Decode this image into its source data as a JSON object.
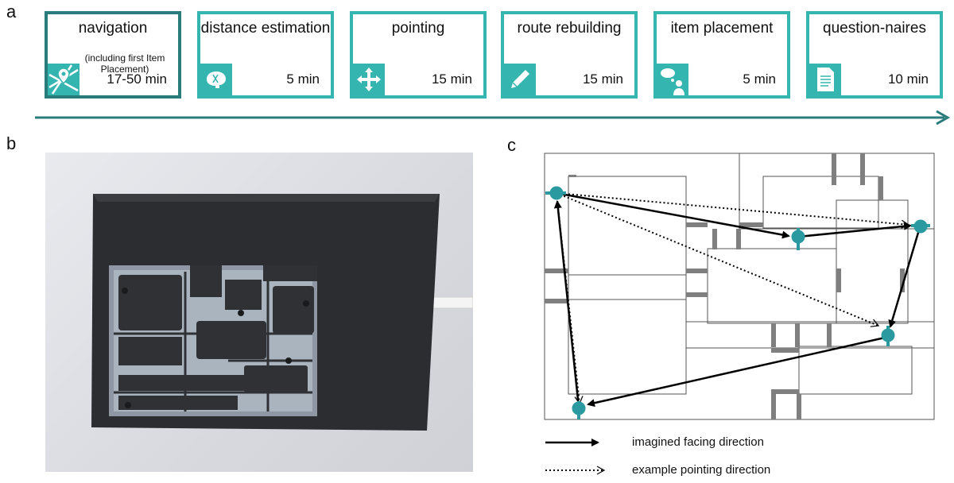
{
  "panels": {
    "a": "a",
    "b": "b",
    "c": "c"
  },
  "timeline": {
    "accent_color": "#35b5b0",
    "steps": [
      {
        "title": "navigation",
        "sub": "(including first Item Placement)",
        "time": "17-50 min",
        "icon": "map-pin-icon"
      },
      {
        "title": "distance estimation",
        "time": "5 min",
        "icon": "brain-icon"
      },
      {
        "title": "pointing",
        "time": "15 min",
        "icon": "move-arrows-icon"
      },
      {
        "title": "route rebuilding",
        "time": "15 min",
        "icon": "pencil-icon"
      },
      {
        "title": "item placement",
        "time": "5 min",
        "icon": "thinking-person-icon"
      },
      {
        "title": "question-naires",
        "time": "10 min",
        "icon": "document-icon"
      }
    ]
  },
  "legend": {
    "solid": "imagined facing direction",
    "dotted": "example pointing direction"
  }
}
